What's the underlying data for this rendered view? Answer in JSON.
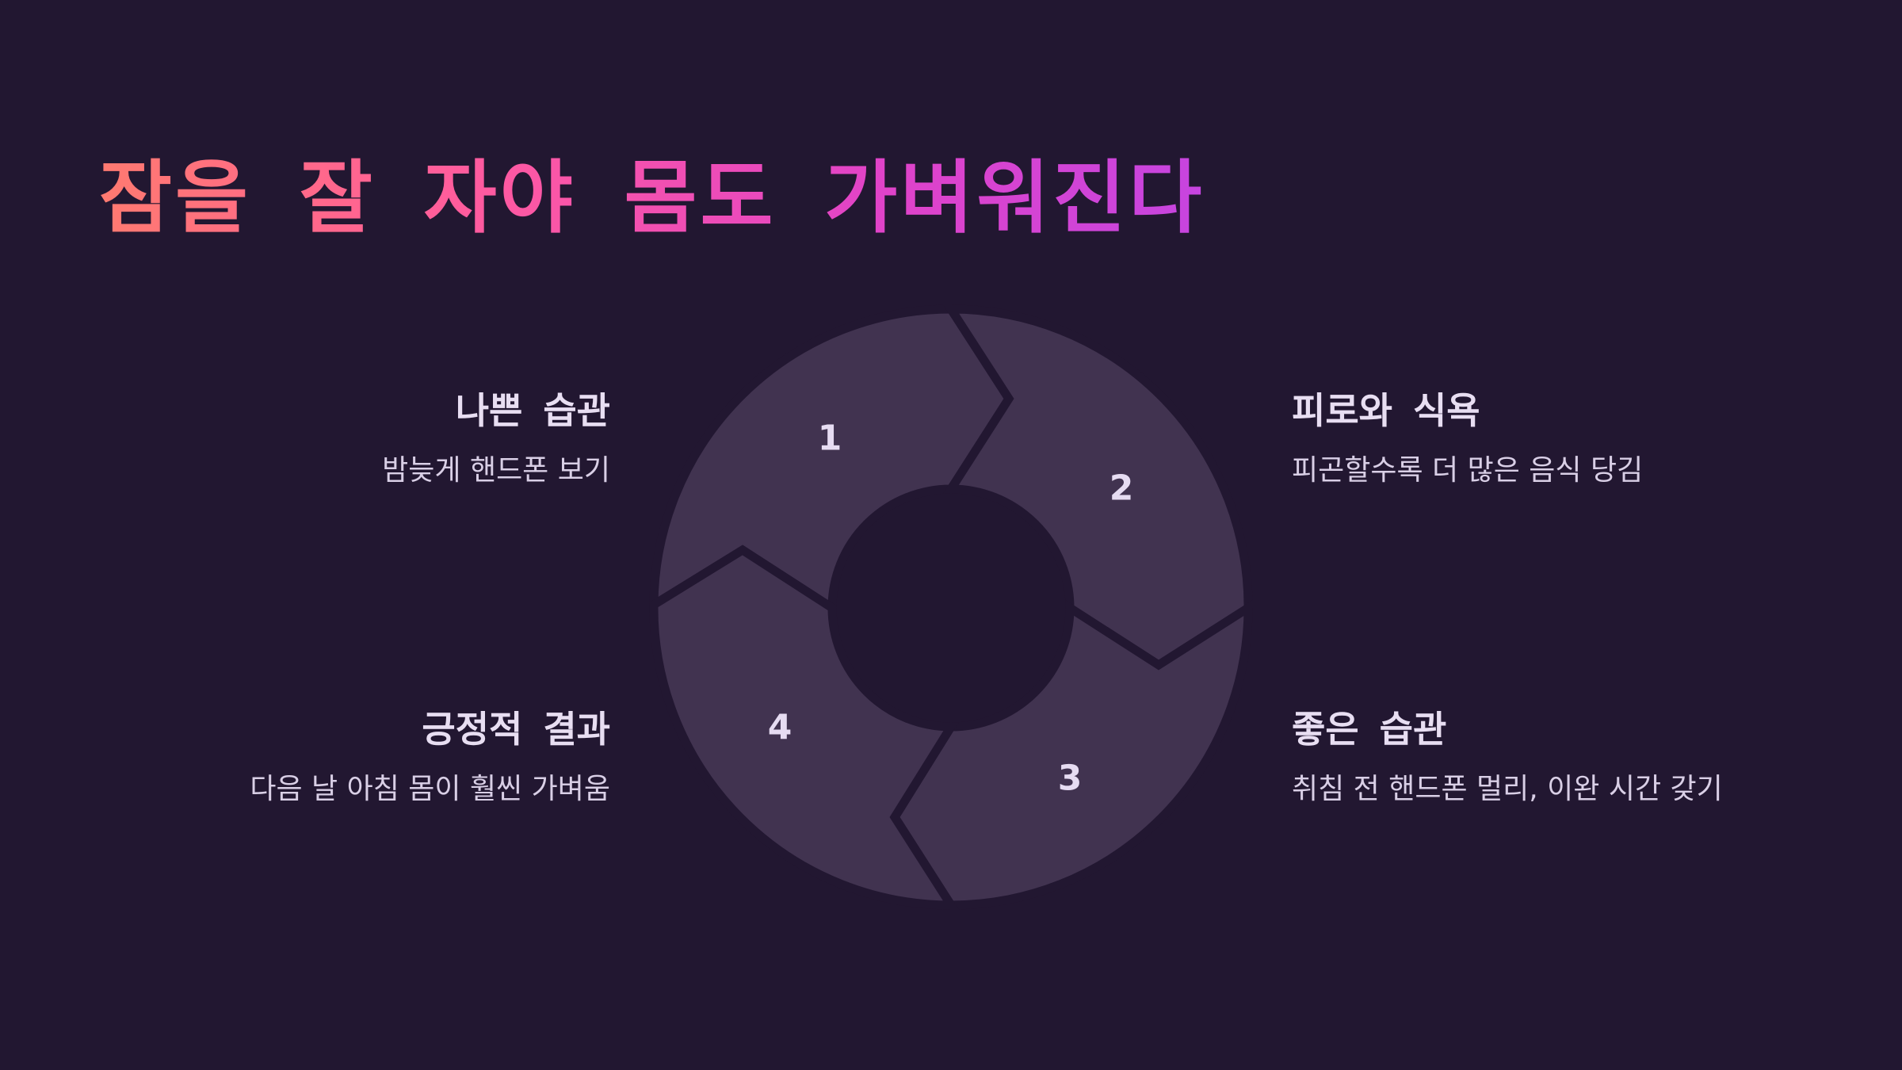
{
  "slide": {
    "title": "잠을 잘 자야 몸도 가벼워진다"
  },
  "colors": {
    "background": "#221731",
    "segment_fill": "#413350",
    "title_gradient": [
      "#ff7a70",
      "#ff5aa0",
      "#e143c8",
      "#c644e0"
    ],
    "text_light": "#e8def2"
  },
  "cycle": {
    "segments": [
      {
        "number": "1"
      },
      {
        "number": "2"
      },
      {
        "number": "3"
      },
      {
        "number": "4"
      }
    ]
  },
  "steps": [
    {
      "heading": "나쁜 습관",
      "description": "밤늦게 핸드폰 보기"
    },
    {
      "heading": "피로와 식욕",
      "description": "피곤할수록 더 많은 음식 당김"
    },
    {
      "heading": "좋은 습관",
      "description": "취침 전 핸드폰 멀리, 이완 시간 갖기"
    },
    {
      "heading": "긍정적 결과",
      "description": "다음 날 아침 몸이 훨씬 가벼움"
    }
  ]
}
